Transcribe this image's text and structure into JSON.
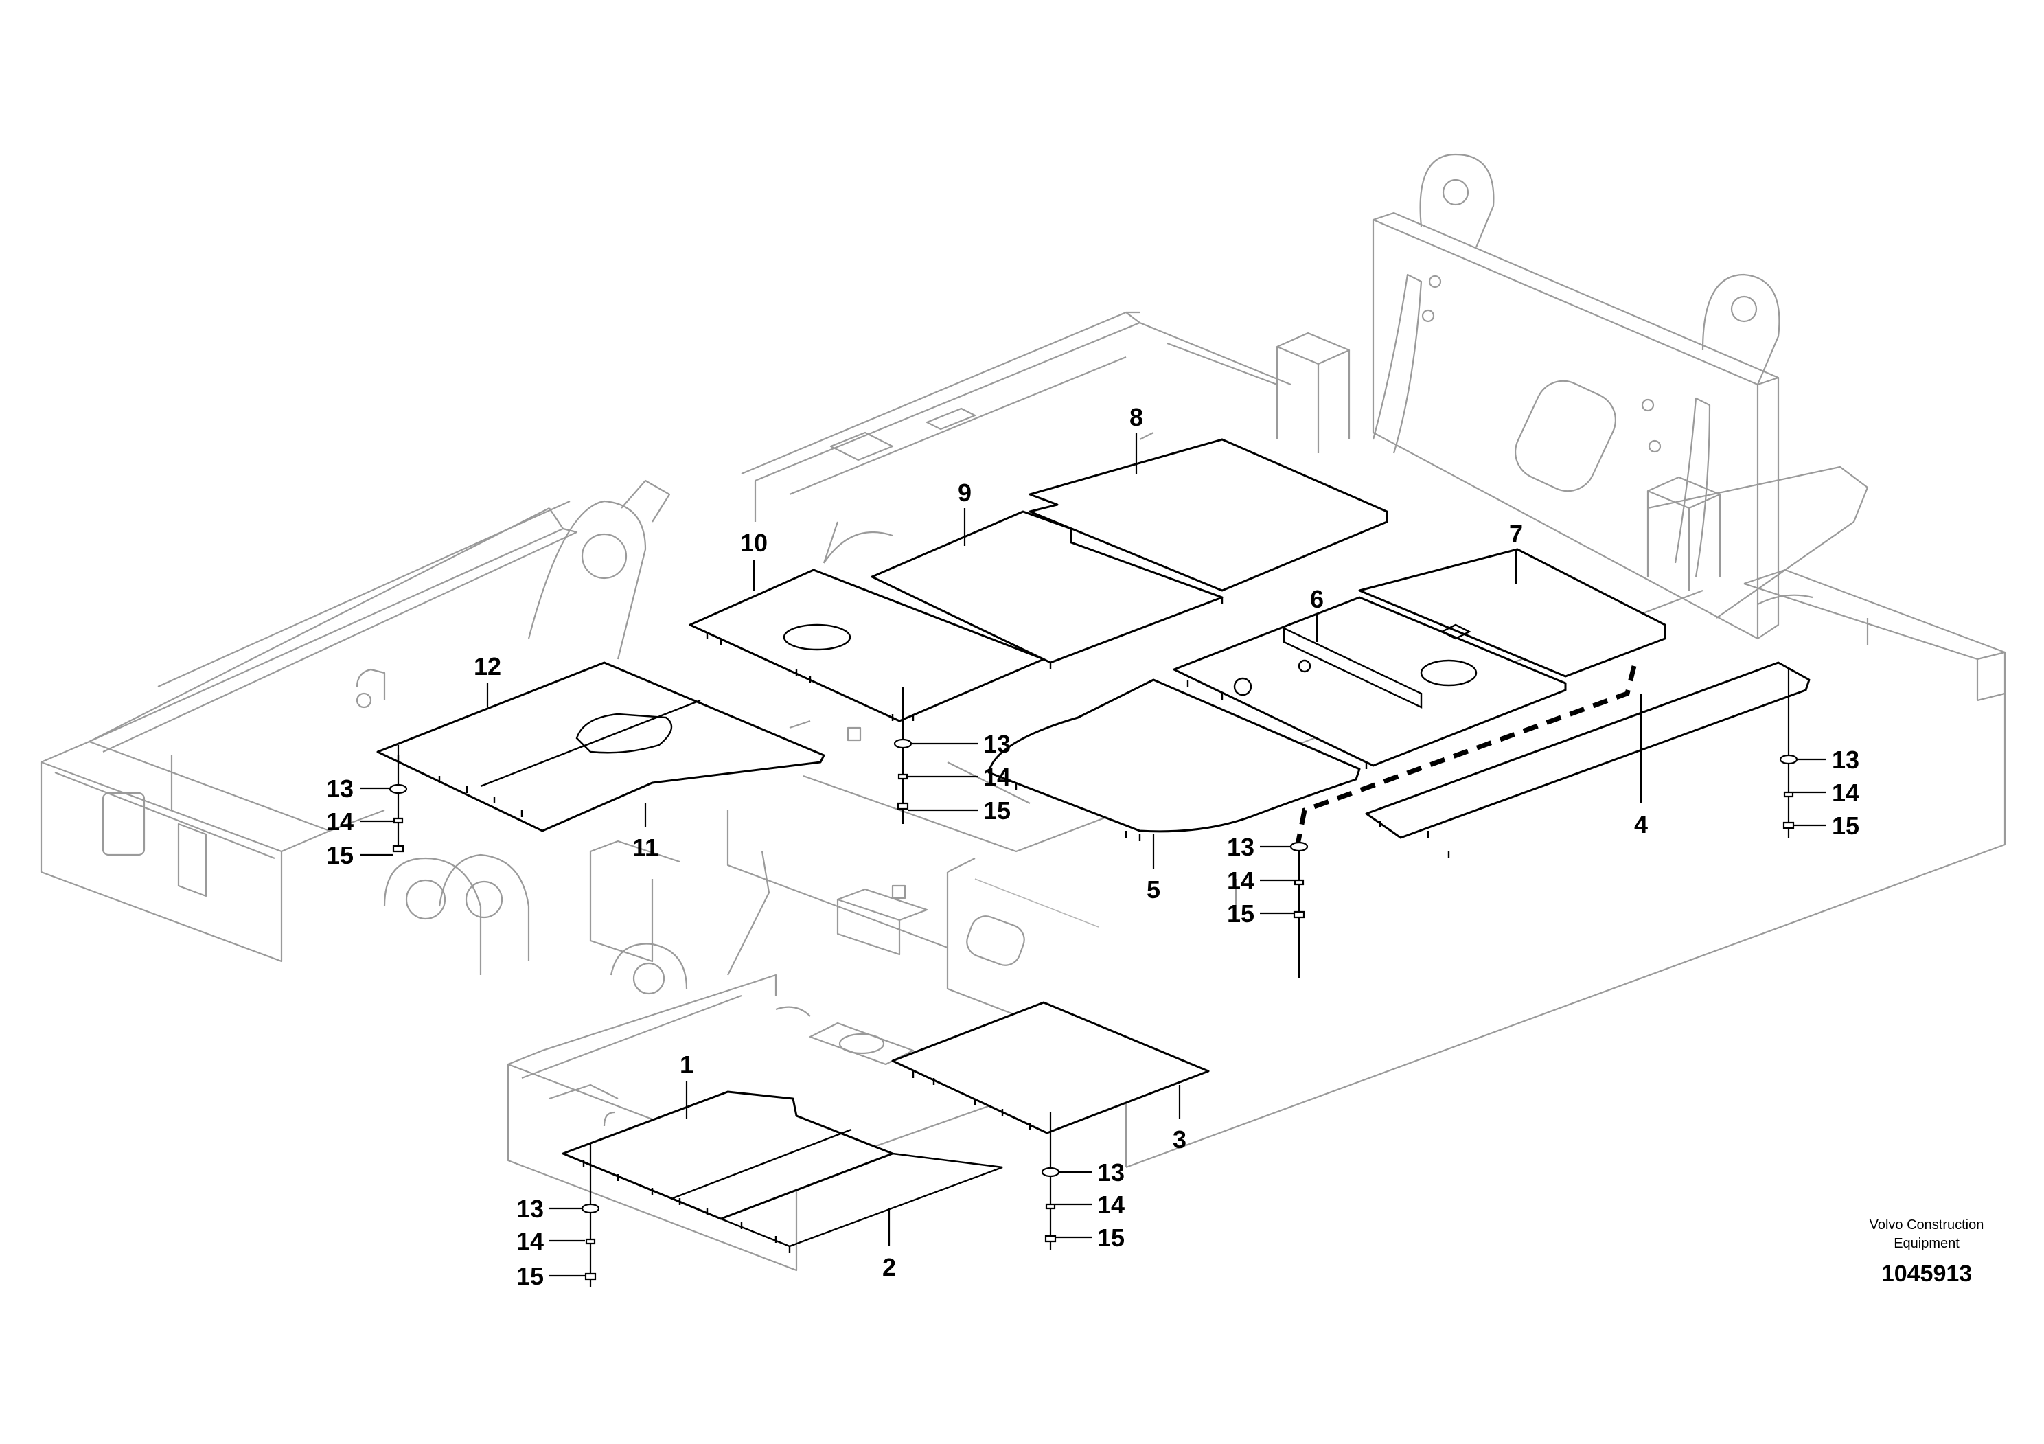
{
  "diagram": {
    "parts": [
      {
        "id": "p1",
        "label": "1"
      },
      {
        "id": "p2",
        "label": "2"
      },
      {
        "id": "p3",
        "label": "3"
      },
      {
        "id": "p4",
        "label": "4"
      },
      {
        "id": "p5",
        "label": "5"
      },
      {
        "id": "p6",
        "label": "6"
      },
      {
        "id": "p7",
        "label": "7"
      },
      {
        "id": "p8",
        "label": "8"
      },
      {
        "id": "p9",
        "label": "9"
      },
      {
        "id": "p10",
        "label": "10"
      },
      {
        "id": "p11",
        "label": "11"
      },
      {
        "id": "p12",
        "label": "12"
      }
    ],
    "hardware_labels": {
      "washer": "13",
      "spacer": "14",
      "bolt": "15"
    },
    "credit_line1": "Volvo Construction",
    "credit_line2": "Equipment",
    "document_number": "1045913"
  }
}
